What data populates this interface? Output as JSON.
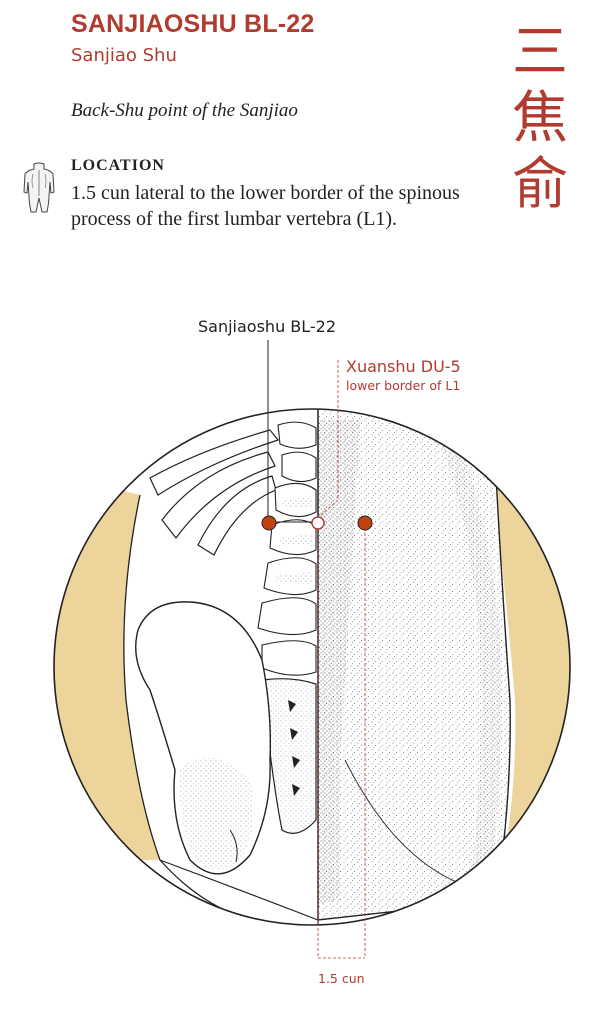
{
  "header": {
    "title": "SANJIAOSHU BL-22",
    "subtitle": "Sanjiao Shu",
    "chinese_chars": [
      "三",
      "焦",
      "俞"
    ],
    "role": "Back-Shu point of the Sanjiao"
  },
  "location": {
    "heading": "LOCATION",
    "text": "1.5 cun lateral to the lower border of the spinous process of the first lumbar vertebra (L1)."
  },
  "illustration": {
    "point_label": "Sanjiaoshu BL-22",
    "ref_label": "Xuanshu DU-5",
    "ref_sublabel": "lower border of L1",
    "measure_label": "1.5 cun"
  },
  "colors": {
    "accent": "#b23b30",
    "point_fill": "#c4420f",
    "skin_band": "#ecd49a"
  },
  "icons": {
    "torso": "back-torso-icon"
  }
}
